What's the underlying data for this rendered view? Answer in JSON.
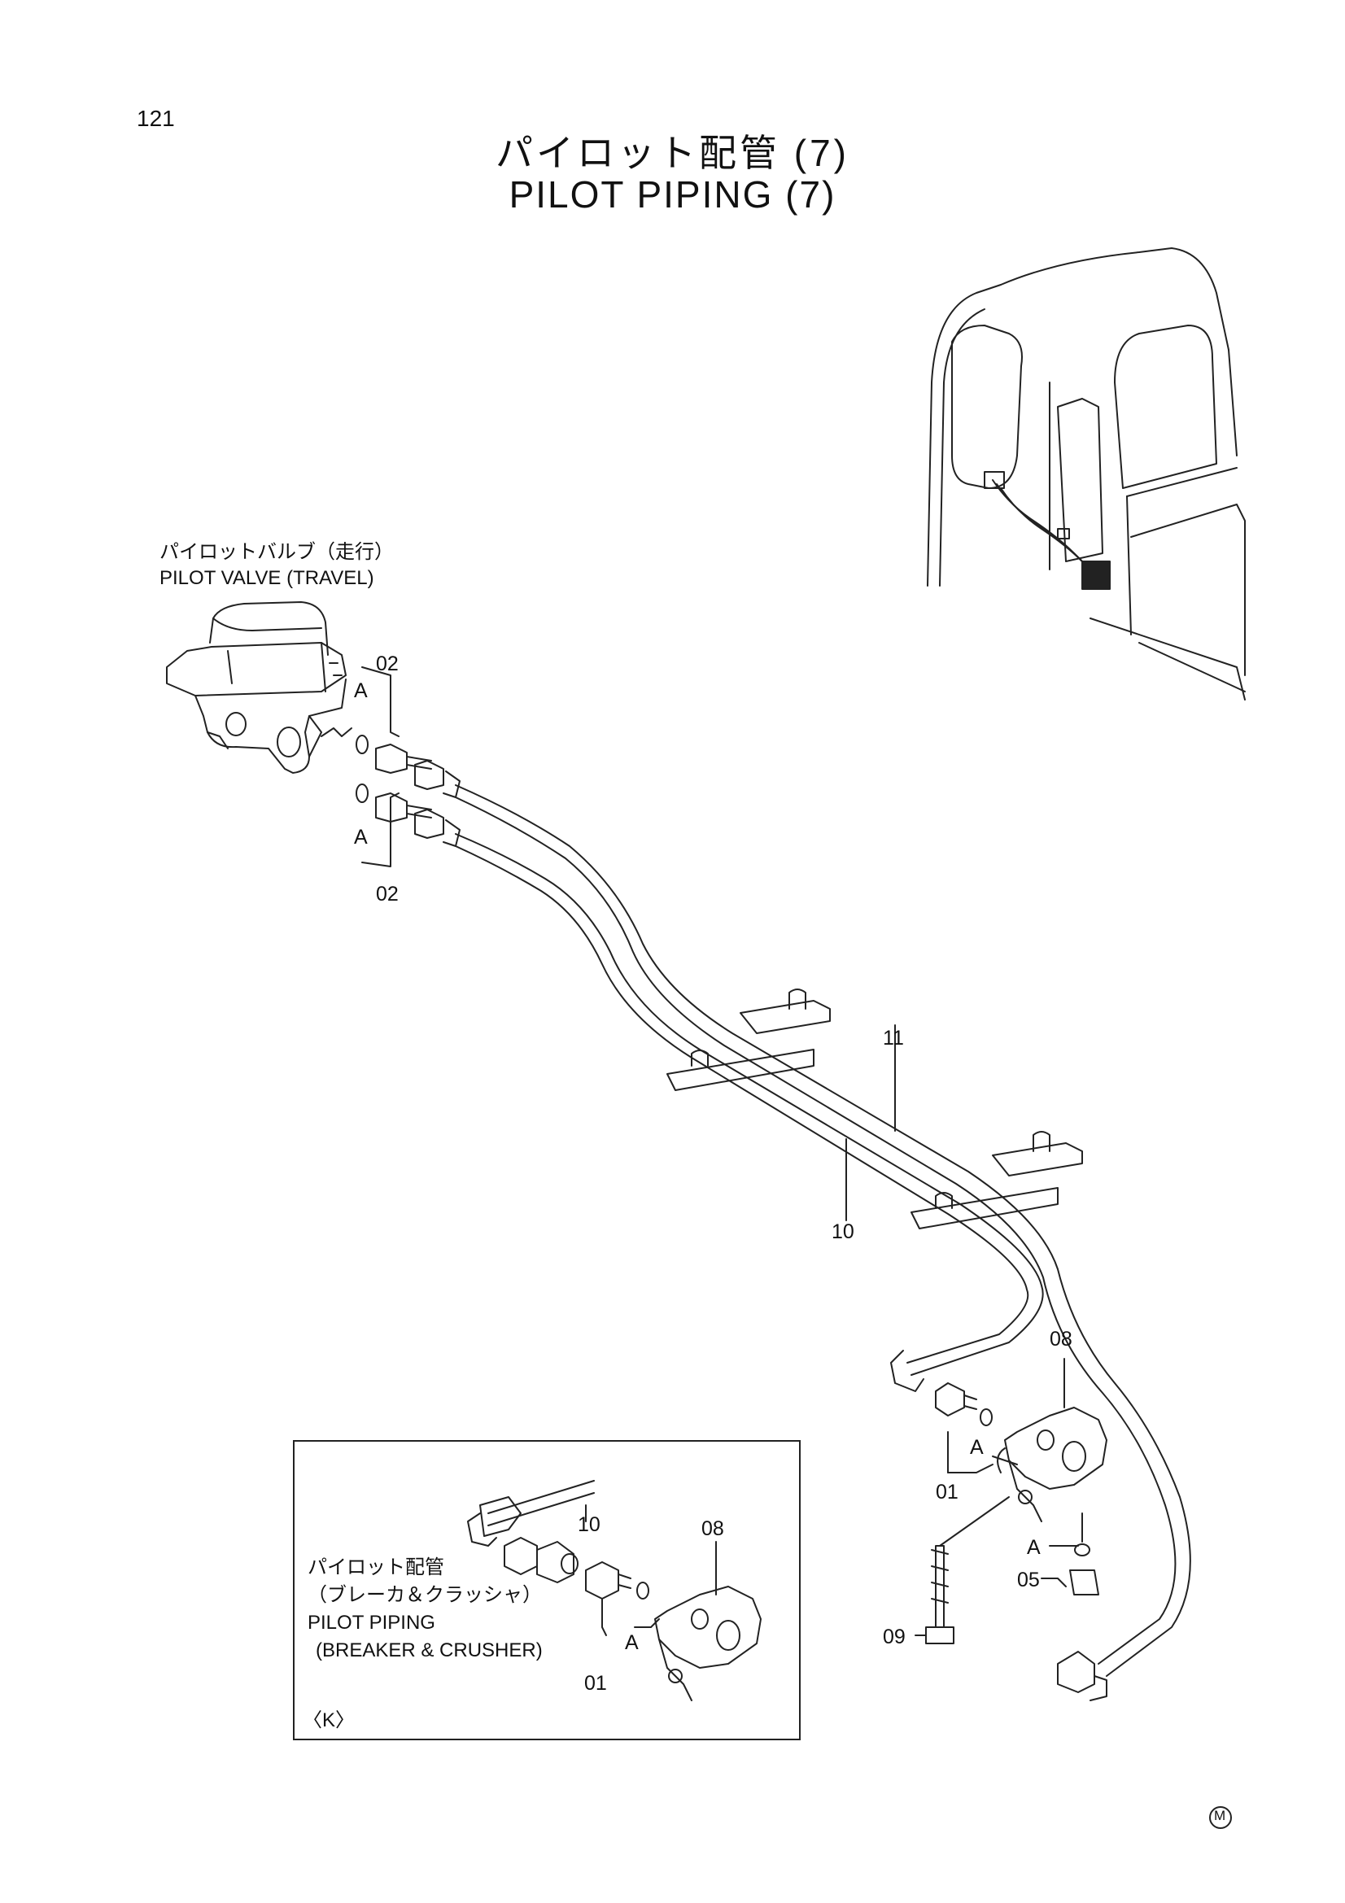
{
  "page": {
    "number": "121",
    "title_jp": "パイロット配管 (7)",
    "title_en": "PILOT PIPING (7)",
    "footer_mark": "M"
  },
  "labels": {
    "pilot_valve_jp": "パイロットバルブ（走行）",
    "pilot_valve_en": "PILOT VALVE (TRAVEL)",
    "inset_jp_1": "パイロット配管",
    "inset_jp_2": "（ブレーカ＆クラッシャ）",
    "inset_en_1": "PILOT  PIPING",
    "inset_en_2": "(BREAKER & CRUSHER)",
    "inset_tag": "〈K〉"
  },
  "callouts": {
    "c02_top": "02",
    "c02_bottom": "02",
    "a_top": "A",
    "a_bottom": "A",
    "c11": "11",
    "c10": "10",
    "c08": "08",
    "c01": "01",
    "a_right1": "A",
    "a_right2": "A",
    "c05": "05",
    "c09": "09",
    "inset_10": "10",
    "inset_08": "08",
    "inset_01": "01",
    "inset_a": "A"
  }
}
